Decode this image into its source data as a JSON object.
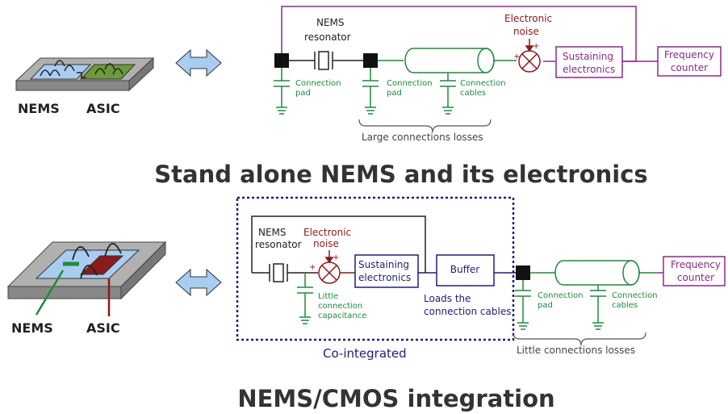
{
  "top": {
    "chip_nems": "NEMS",
    "chip_asic": "ASIC",
    "nems_resonator_line1": "NEMS",
    "nems_resonator_line2": "resonator",
    "noise_line1": "Electronic",
    "noise_line2": "noise",
    "pad1_line1": "Connection",
    "pad1_line2": "pad",
    "pad2_line1": "Connection",
    "pad2_line2": "pad",
    "cables_line1": "Connection",
    "cables_line2": "cables",
    "sustaining_line1": "Sustaining",
    "sustaining_line2": "electronics",
    "freq_line1": "Frequency",
    "freq_line2": "counter",
    "losses": "Large connections losses",
    "title": "Stand alone NEMS and its electronics"
  },
  "bottom": {
    "chip_nems": "NEMS",
    "chip_asic": "ASIC",
    "nems_resonator_line1": "NEMS",
    "nems_resonator_line2": "resonator",
    "noise_line1": "Electronic",
    "noise_line2": "noise",
    "cap_line1": "Little",
    "cap_line2": "connection",
    "cap_line3": "capacitance",
    "sustaining_line1": "Sustaining",
    "sustaining_line2": "electronics",
    "buffer": "Buffer",
    "loads_line1": "Loads the",
    "loads_line2": "connection cables",
    "pad_line1": "Connection",
    "pad_line2": "pad",
    "cables_line1": "Connection",
    "cables_line2": "cables",
    "freq_line1": "Frequency",
    "freq_line2": "counter",
    "cointegrated": "Co-integrated",
    "losses": "Little connections losses",
    "title": "NEMS/CMOS integration"
  },
  "colors": {
    "green": "#1e8a3c",
    "purple": "#8a2a8a",
    "dark_red": "#8b1a1a",
    "navy": "#1f1f7a",
    "nems_blue": "#a9cdf0",
    "asic_green": "#6b9a3a",
    "asic_red": "#8b1a1a",
    "arrow_blue": "#a9cdf0",
    "title_gray": "#333333"
  }
}
